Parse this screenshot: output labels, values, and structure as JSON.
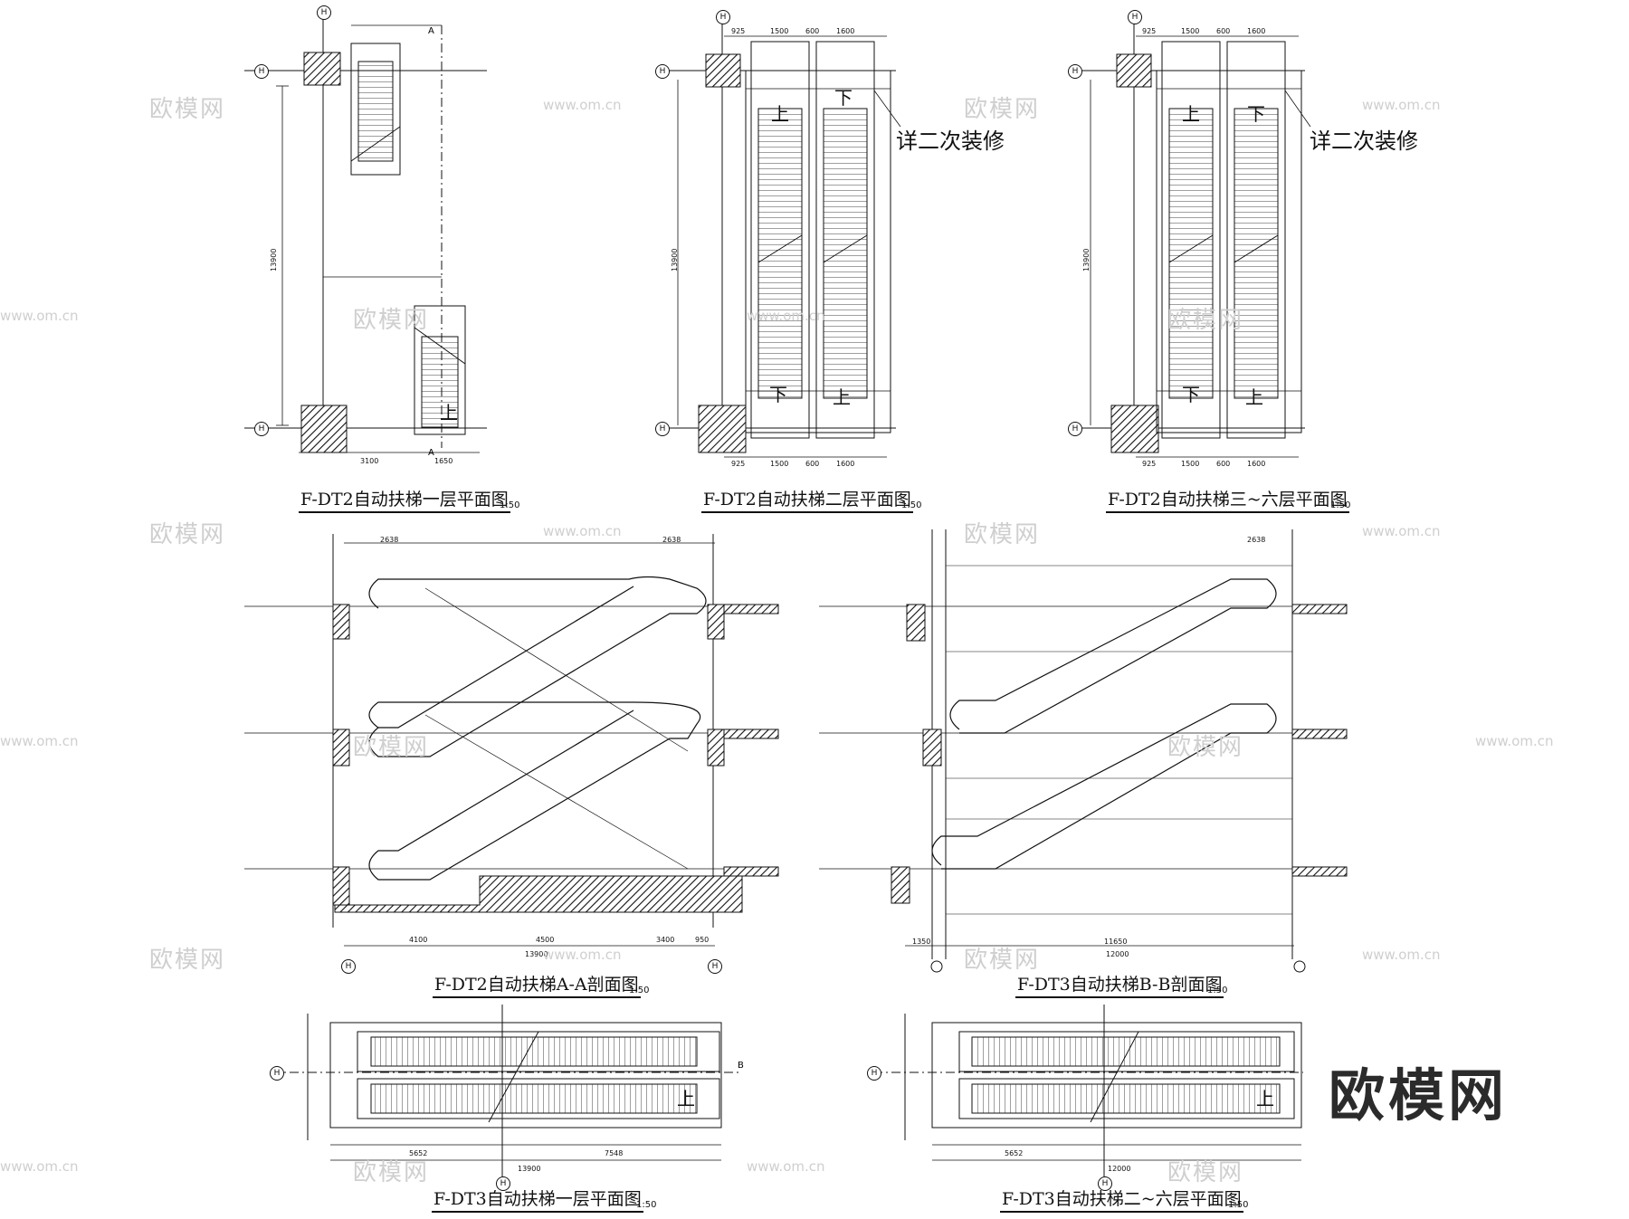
{
  "drawing": {
    "titles": {
      "p1": "F-DT2自动扶梯一层平面图",
      "p2": "F-DT2自动扶梯二层平面图",
      "p3": "F-DT2自动扶梯三~六层平面图",
      "s1": "F-DT2自动扶梯A-A剖面图",
      "s2": "F-DT3自动扶梯B-B剖面图",
      "p4": "F-DT3自动扶梯一层平面图",
      "p5": "F-DT3自动扶梯二~六层平面图"
    },
    "scale": "1:50",
    "notes": {
      "finish": "详二次装修",
      "up": "上",
      "down": "下"
    },
    "axis_label": "H",
    "dims": {
      "d3100": "3100",
      "d1650": "1650",
      "d925": "925",
      "d1500": "1500",
      "d600": "600",
      "d1600": "1600",
      "d13900": "13900",
      "d12000": "12000",
      "d4100": "4100",
      "d4500": "4500",
      "d3400": "3400",
      "d950": "950",
      "d11650": "11650",
      "d1350": "1350",
      "d2638": "2638",
      "d5652": "5652",
      "d7548": "7548"
    },
    "section_marks": {
      "a": "A",
      "b": "B"
    }
  },
  "branding": {
    "logo": "欧模网",
    "watermark": "欧模网",
    "watermark_url": "www.om.cn"
  }
}
